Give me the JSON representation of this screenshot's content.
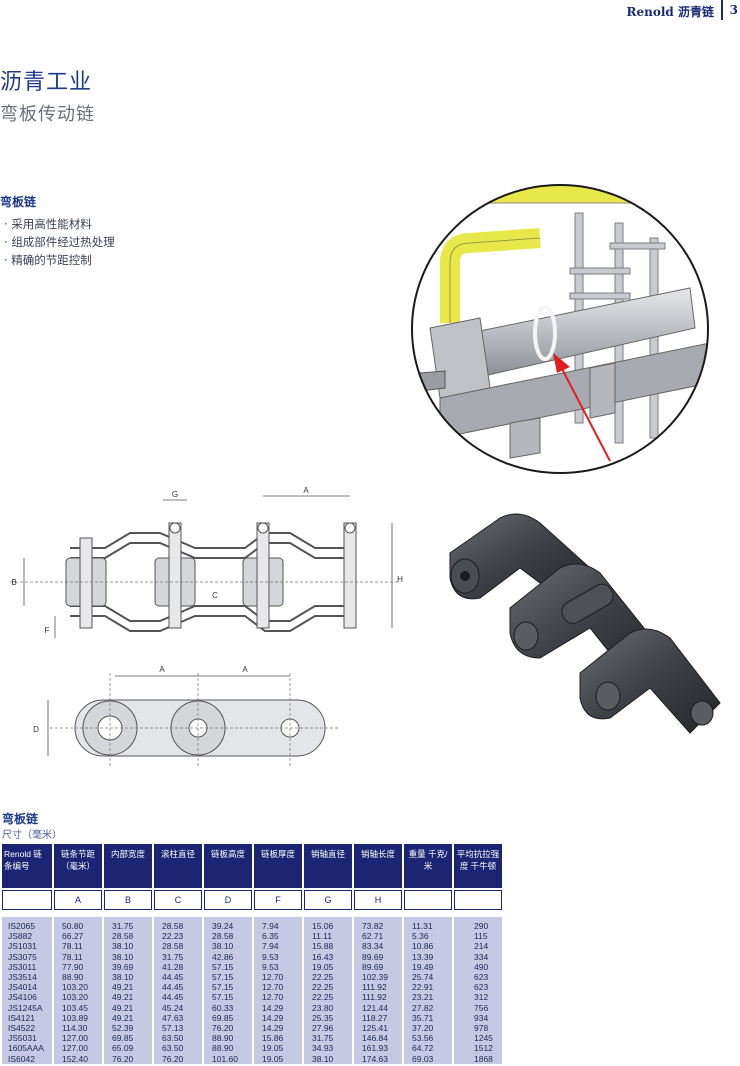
{
  "header": {
    "brand": "Renold 沥青链",
    "page_number": "3"
  },
  "title": {
    "main": "沥青工业",
    "sub": "弯板传动链"
  },
  "features": {
    "title": "弯板链",
    "items": [
      "采用高性能材料",
      "组成部件经过热处理",
      "精确的节距控制"
    ]
  },
  "diagram_labels": {
    "G": "G",
    "A": "A",
    "B": "B",
    "C": "C",
    "F": "F",
    "H": "H",
    "D": "D"
  },
  "colors": {
    "accent": "#1f3a8a",
    "header_bg": "#1b2573",
    "cell_bg": "#c5c9e4",
    "yellow_rail": "#e8e84a",
    "arrow": "#e02020"
  },
  "table": {
    "title": "弯板链",
    "subtitle": "尺寸（毫米）",
    "headers": [
      "Renold 链条编号",
      "链条节距（毫米）",
      "内部宽度",
      "滚柱直径",
      "链板高度",
      "链板厚度",
      "销轴直径",
      "销轴长度",
      "重量 千克/米",
      "平均抗拉强度 千牛顿"
    ],
    "letters": [
      "",
      "A",
      "B",
      "C",
      "D",
      "F",
      "G",
      "H",
      "",
      ""
    ],
    "rows": [
      [
        "IS2065",
        "50.80",
        "31.75",
        "28.58",
        "39.24",
        "7.94",
        "15.06",
        "73.82",
        "11.31",
        "290"
      ],
      [
        "JS882",
        "66.27",
        "28.58",
        "22.23",
        "28.58",
        "6.35",
        "11.11",
        "62.71",
        "5.36",
        "115"
      ],
      [
        "JS1031",
        "78.11",
        "38.10",
        "28.58",
        "38.10",
        "7.94",
        "15.88",
        "83.34",
        "10.86",
        "214"
      ],
      [
        "JS3075",
        "78.11",
        "38.10",
        "31.75",
        "42.86",
        "9.53",
        "16.43",
        "89.69",
        "13.39",
        "334"
      ],
      [
        "JS3011",
        "77.90",
        "39.69",
        "41.28",
        "57.15",
        "9.53",
        "19.05",
        "89.69",
        "19.49",
        "490"
      ],
      [
        "JS3514",
        "88.90",
        "38.10",
        "44.45",
        "57.15",
        "12.70",
        "22.25",
        "102.39",
        "25.74",
        "623"
      ],
      [
        "JS4014",
        "103.20",
        "49.21",
        "44.45",
        "57.15",
        "12.70",
        "22.25",
        "111.92",
        "22.91",
        "623"
      ],
      [
        "JS4106",
        "103.20",
        "49.21",
        "44.45",
        "57.15",
        "12.70",
        "22.25",
        "111.92",
        "23.21",
        "312"
      ],
      [
        "JS1245A",
        "103.45",
        "49.21",
        "45.24",
        "60.33",
        "14.29",
        "23.80",
        "121.44",
        "27.82",
        "756"
      ],
      [
        "IS4121",
        "103.89",
        "49.21",
        "47.63",
        "69.85",
        "14.29",
        "25.35",
        "118.27",
        "35.71",
        "934"
      ],
      [
        "IS4522",
        "114.30",
        "52.39",
        "57.13",
        "76.20",
        "14.29",
        "27.96",
        "125.41",
        "37.20",
        "978"
      ],
      [
        "JS5031",
        "127.00",
        "69.85",
        "63.50",
        "88.90",
        "15.86",
        "31.75",
        "146.84",
        "53.56",
        "1245"
      ],
      [
        "1605AAA",
        "127.00",
        "65.09",
        "63.50",
        "88.90",
        "19.05",
        "34.93",
        "161.93",
        "64.72",
        "1512"
      ],
      [
        "IS6042",
        "152.40",
        "76.20",
        "76.20",
        "101.60",
        "19.05",
        "38.10",
        "174.63",
        "69.03",
        "1868"
      ]
    ]
  }
}
